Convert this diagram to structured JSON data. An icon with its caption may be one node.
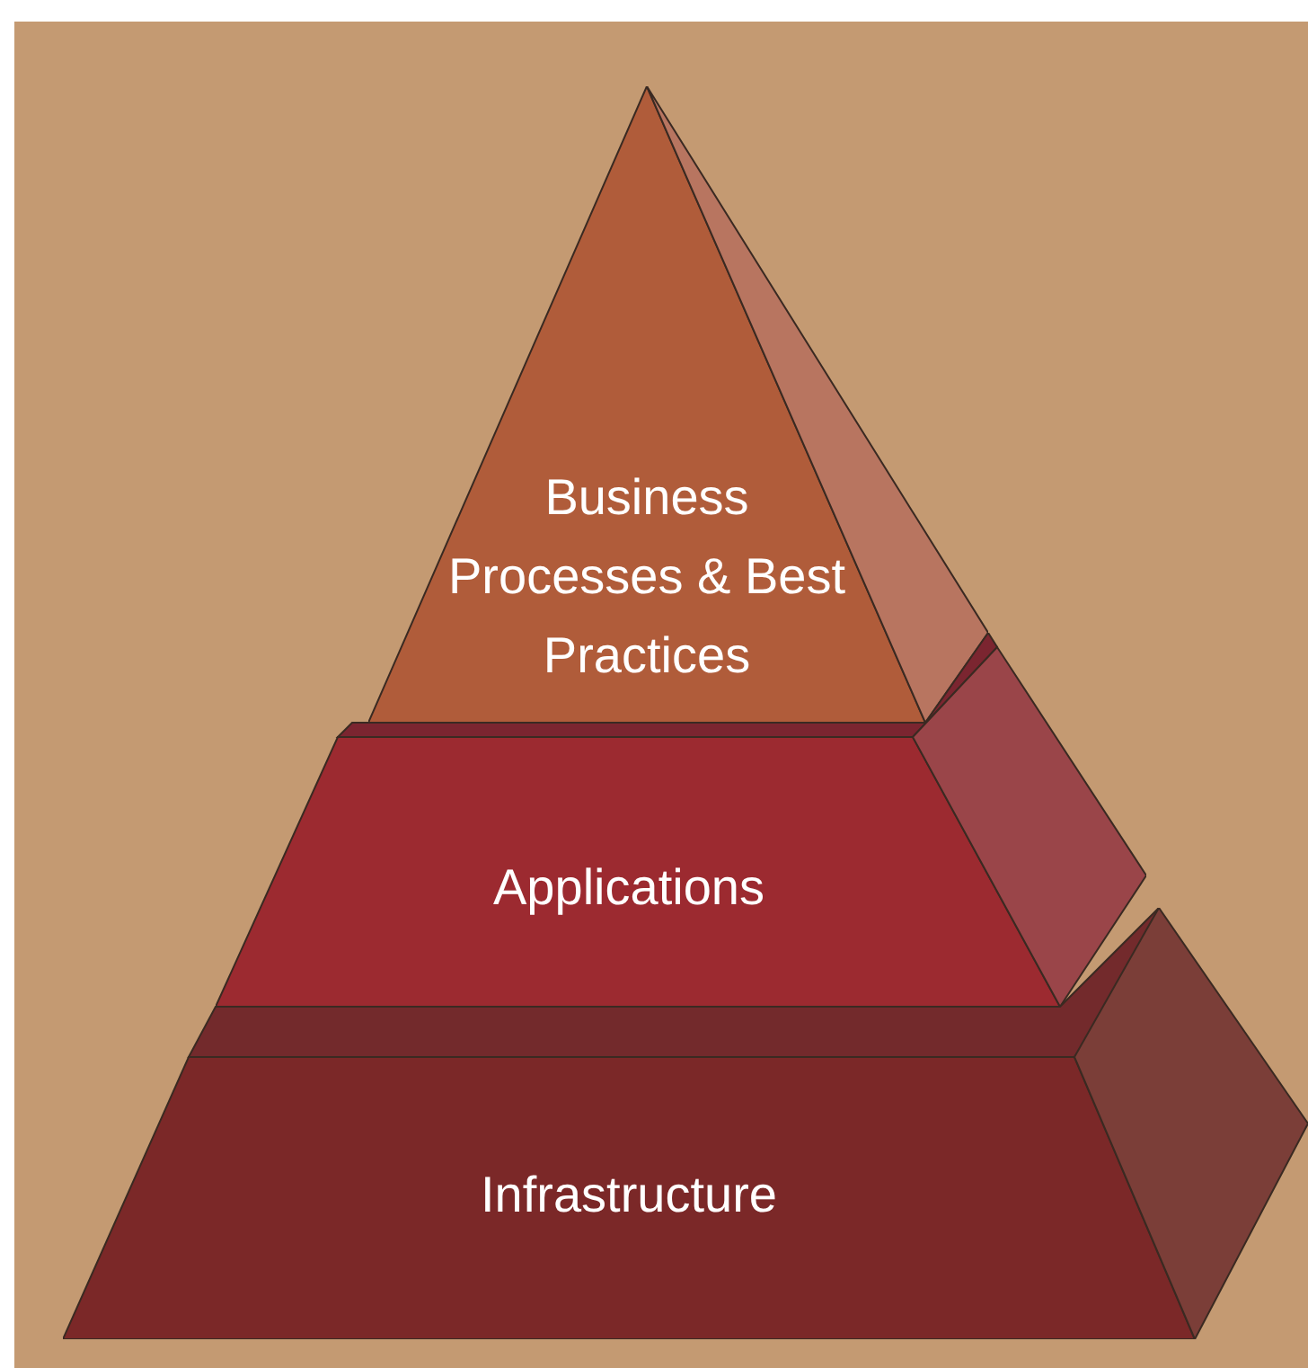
{
  "diagram": {
    "nodes": [
      {
        "text": [
          "Business Processes & Best Practices"
        ]
      },
      {
        "text": [
          "Applications"
        ]
      },
      {
        "text": [
          "Infrastructure"
        ]
      }
    ]
  }
}
